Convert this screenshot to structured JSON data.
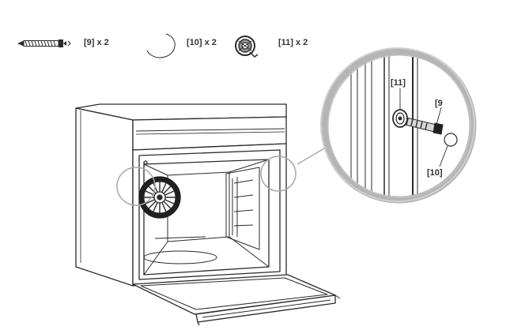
{
  "parts": {
    "screw_label": "[9] x 2",
    "cap_label": "[10] x 2",
    "bushing_label": "[11] x 2"
  },
  "callouts": {
    "bushing": "[11]",
    "screw": "[9",
    "cap": "[10]"
  },
  "icons": {
    "screw": "screw-icon",
    "cap": "cover-cap-icon",
    "bushing": "bushing-icon",
    "oven": "oven-illustration",
    "magnifier": "detail-magnifier"
  },
  "colors": {
    "line": "#2b2b2b",
    "detail_ring": "#b5b5b5",
    "highlight_circle": "#a9a9a9"
  }
}
